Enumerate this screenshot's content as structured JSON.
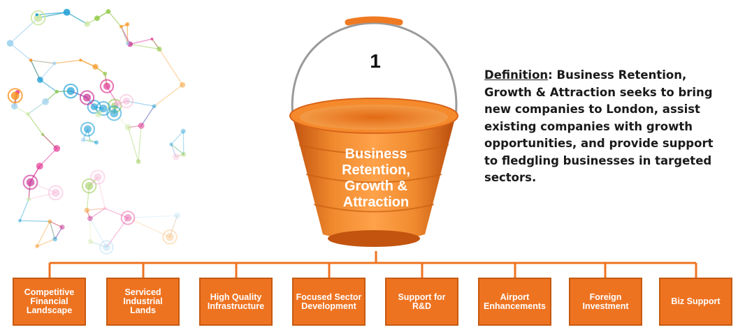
{
  "bucket": {
    "number": "1",
    "label_lines": [
      "Business",
      "Retention,",
      "Growth &",
      "Attraction"
    ],
    "color": "#f07a22"
  },
  "definition": {
    "term": "Definition",
    "text": ": Business Retention, Growth & Attraction seeks to bring new companies to London, assist existing companies with growth opportunities, and provide support to fledgling businesses in targeted sectors."
  },
  "categories": [
    "Competitive Financial Landscape",
    "Serviced Industrial Lands",
    "High Quality Infrastructure",
    "Focused Sector Development",
    "Support for R&D",
    "Airport Enhancements",
    "Foreign Investment",
    "Biz Support"
  ],
  "colors": {
    "box_fill": "#ee7320",
    "box_border": "#c55a11",
    "connector": "#ee7320"
  }
}
